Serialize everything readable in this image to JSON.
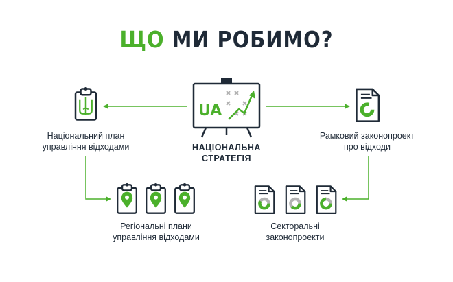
{
  "title": {
    "part1": "ЩО",
    "part2": "МИ РОБИМО?"
  },
  "colors": {
    "accent": "#4bb02b",
    "dark": "#1f2a37",
    "gray": "#b3b3b3"
  },
  "center": {
    "board_text": "UA",
    "line1": "НАЦІОНАЛЬНА",
    "line2": "СТРАТЕГІЯ"
  },
  "left_top": {
    "line1": "Національний план",
    "line2": "управління відходами",
    "icon": "trident-clipboard-icon"
  },
  "right_top": {
    "line1": "Рамковий законопроект",
    "line2": "про відходи",
    "icon": "document-chart-icon"
  },
  "left_bottom": {
    "line1": "Регіональні плани",
    "line2": "управління відходами",
    "icon": "map-pin-clipboard-icon"
  },
  "right_bottom": {
    "line1": "Секторальні",
    "line2": "законопроекти",
    "icon": "document-pie-icon"
  }
}
